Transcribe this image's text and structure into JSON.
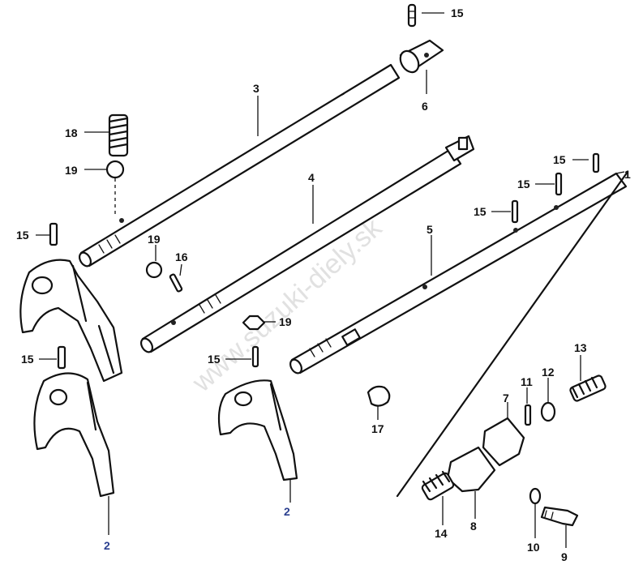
{
  "watermark": "www.suzuki-diely.sk",
  "callouts": {
    "c15a": "15",
    "c6": "6",
    "c3": "3",
    "c18": "18",
    "c19a": "19",
    "c4": "4",
    "c15b": "15",
    "c15c": "15",
    "c15d": "15",
    "c15e": "15",
    "c1": "1",
    "c5": "5",
    "c15f": "15",
    "c19b": "19",
    "c16": "16",
    "c19c": "19",
    "c15g": "15",
    "c15h": "15",
    "c13": "13",
    "c12": "12",
    "c11": "11",
    "c7": "7",
    "c17": "17",
    "c14": "14",
    "c8": "8",
    "c10": "10",
    "c9": "9",
    "c2a": "2",
    "c2b": "2"
  },
  "colors": {
    "line": "#111111",
    "highlight_callout": "#2a3f8f",
    "watermark": "#c9c9c9"
  }
}
